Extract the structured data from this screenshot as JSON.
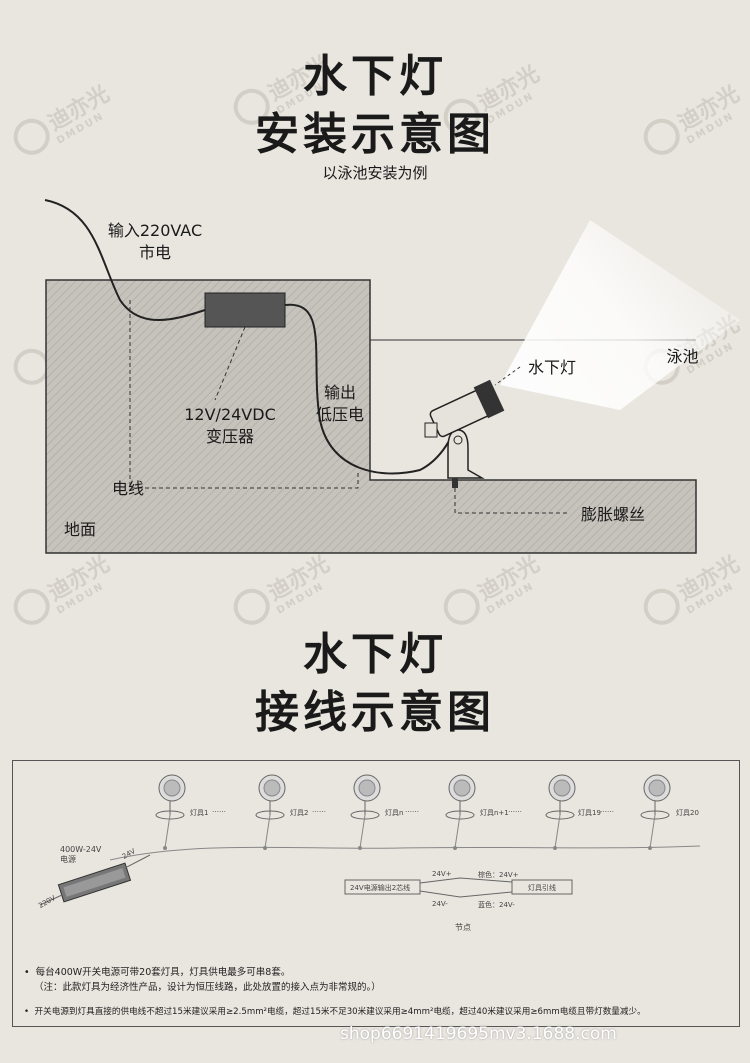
{
  "install": {
    "title_line1": "水下灯",
    "title_line2": "安装示意图",
    "subtitle": "以泳池安装为例",
    "labels": {
      "input_line1": "输入220VAC",
      "input_line2": "市电",
      "transformer_line1": "12V/24VDC",
      "transformer_line2": "变压器",
      "output_line1": "输出",
      "output_line2": "低压电",
      "wire": "电线",
      "ground": "地面",
      "lamp": "水下灯",
      "pool": "泳池",
      "bolt": "膨胀螺丝"
    }
  },
  "wiring": {
    "title_line1": "水下灯",
    "title_line2": "接线示意图",
    "power_label_line1": "400W-24V",
    "power_label_line2": "电源",
    "v220": "220V",
    "v24": "24V",
    "lamps": [
      "灯具1",
      "灯具2",
      "灯具n",
      "灯具n+1",
      "灯具19",
      "灯具20"
    ],
    "dots": "……",
    "node_left": "24V电源输出2芯线",
    "node_right": "灯具引线",
    "node_plus": "24V+",
    "node_minus": "24V-",
    "node_brown": "棕色：24V+",
    "node_blue": "蓝色：24V-",
    "node_caption": "节点",
    "note1": "每台400W开关电源可带20套灯具，灯具供电最多可串8套。",
    "note1b": "（注：此款灯具为经济性产品，设计为恒压线路，此处放置的接入点为非常规的。）",
    "note2": "开关电源到灯具直接的供电线不超过15米建议采用≥2.5mm²电缆，超过15米不足30米建议采用≥4mm²电缆，超过40米建议采用≥6mm电缆且带灯数量减少。"
  },
  "watermark": {
    "text": "迪亦光",
    "sub": "DMDUN"
  },
  "footer": "shop6691419695mv3.1688.com"
}
